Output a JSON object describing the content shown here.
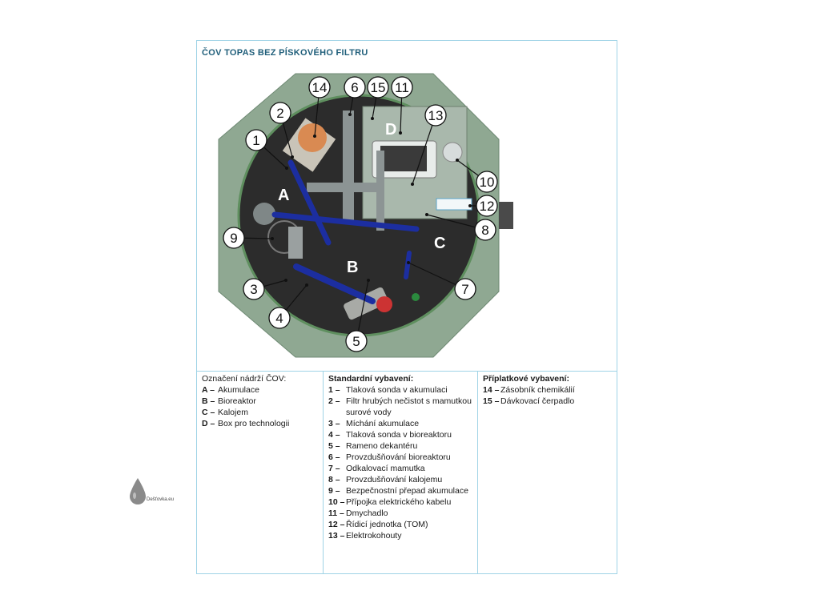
{
  "title": "ČOV TOPAS BEZ PÍSKOVÉHO FILTRU",
  "diagram": {
    "zone_labels": [
      "A",
      "B",
      "C",
      "D"
    ],
    "callouts": [
      "1",
      "2",
      "3",
      "4",
      "5",
      "6",
      "7",
      "8",
      "9",
      "10",
      "11",
      "12",
      "13",
      "14",
      "15"
    ]
  },
  "legend_tanks": {
    "heading": "Označení nádrží ČOV:",
    "items": [
      {
        "k": "A –",
        "v": "Akumulace"
      },
      {
        "k": "B –",
        "v": "Bioreaktor"
      },
      {
        "k": "C –",
        "v": "Kalojem"
      },
      {
        "k": "D –",
        "v": "Box pro technologii"
      }
    ]
  },
  "legend_standard": {
    "heading": "Standardní vybavení:",
    "items": [
      {
        "k": "1 –",
        "v": "Tlaková sonda v akumulaci"
      },
      {
        "k": "2 –",
        "v": "Filtr hrubých nečistot s mamutkou surové vody"
      },
      {
        "k": "3 –",
        "v": "Míchání akumulace"
      },
      {
        "k": "4 –",
        "v": "Tlaková sonda  v bioreaktoru"
      },
      {
        "k": "5 –",
        "v": "Rameno dekantéru"
      },
      {
        "k": "6 –",
        "v": "Provzdušňování bioreaktoru"
      },
      {
        "k": "7 –",
        "v": "Odkalovací mamutka"
      },
      {
        "k": "8 –",
        "v": "Provzdušňování kalojemu"
      },
      {
        "k": "9 –",
        "v": "Bezpečnostní přepad akumulace"
      },
      {
        "k": "10 –",
        "v": "Přípojka elektrického kabelu"
      },
      {
        "k": "11 –",
        "v": "Dmychadlo"
      },
      {
        "k": "12 –",
        "v": "Řídicí jednotka (TOM)"
      },
      {
        "k": "13 –",
        "v": "Elektrokohouty"
      }
    ]
  },
  "legend_optional": {
    "heading": "Příplatkové vybavení:",
    "items": [
      {
        "k": "14 –",
        "v": "Zásobník chemikálií"
      },
      {
        "k": "15 –",
        "v": "Dávkovací čerpadlo"
      }
    ]
  },
  "logo": {
    "text": "Dešťovka.eu"
  }
}
